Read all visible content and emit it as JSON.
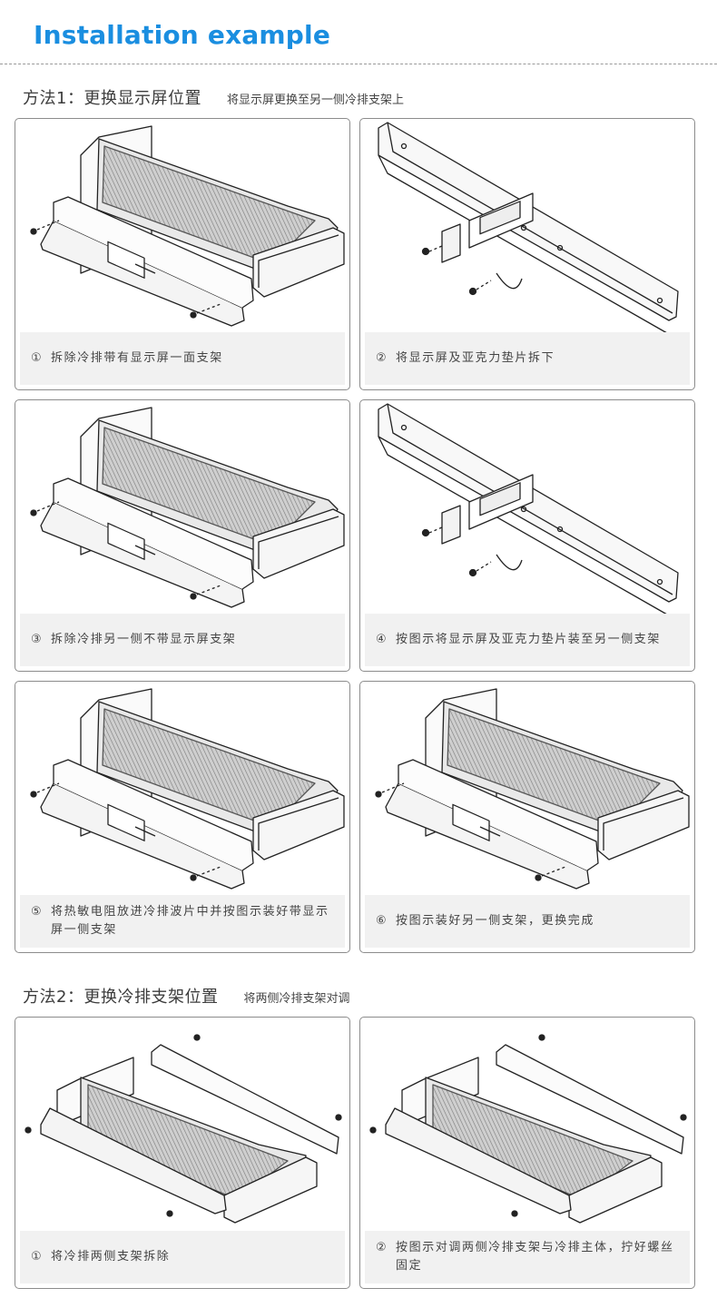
{
  "header": {
    "title": "Installation example"
  },
  "method1": {
    "title": "方法1：更换显示屏位置",
    "subtitle": "将显示屏更换至另一侧冷排支架上",
    "steps": [
      {
        "num": "①",
        "text": "拆除冷排带有显示屏一面支架"
      },
      {
        "num": "②",
        "text": "将显示屏及亚克力垫片拆下"
      },
      {
        "num": "③",
        "text": "拆除冷排另一侧不带显示屏支架"
      },
      {
        "num": "④",
        "text": "按图示将显示屏及亚克力垫片装至另一侧支架"
      },
      {
        "num": "⑤",
        "text": "将热敏电阻放进冷排波片中并按图示装好带显示屏一侧支架"
      },
      {
        "num": "⑥",
        "text": "按图示装好另一侧支架，更换完成"
      }
    ]
  },
  "method2": {
    "title": "方法2：更换冷排支架位置",
    "subtitle": "将两侧冷排支架对调",
    "steps": [
      {
        "num": "①",
        "text": "将冷排两侧支架拆除"
      },
      {
        "num": "②",
        "text": "按图示对调两侧冷排支架与冷排主体，拧好螺丝固定"
      }
    ]
  }
}
